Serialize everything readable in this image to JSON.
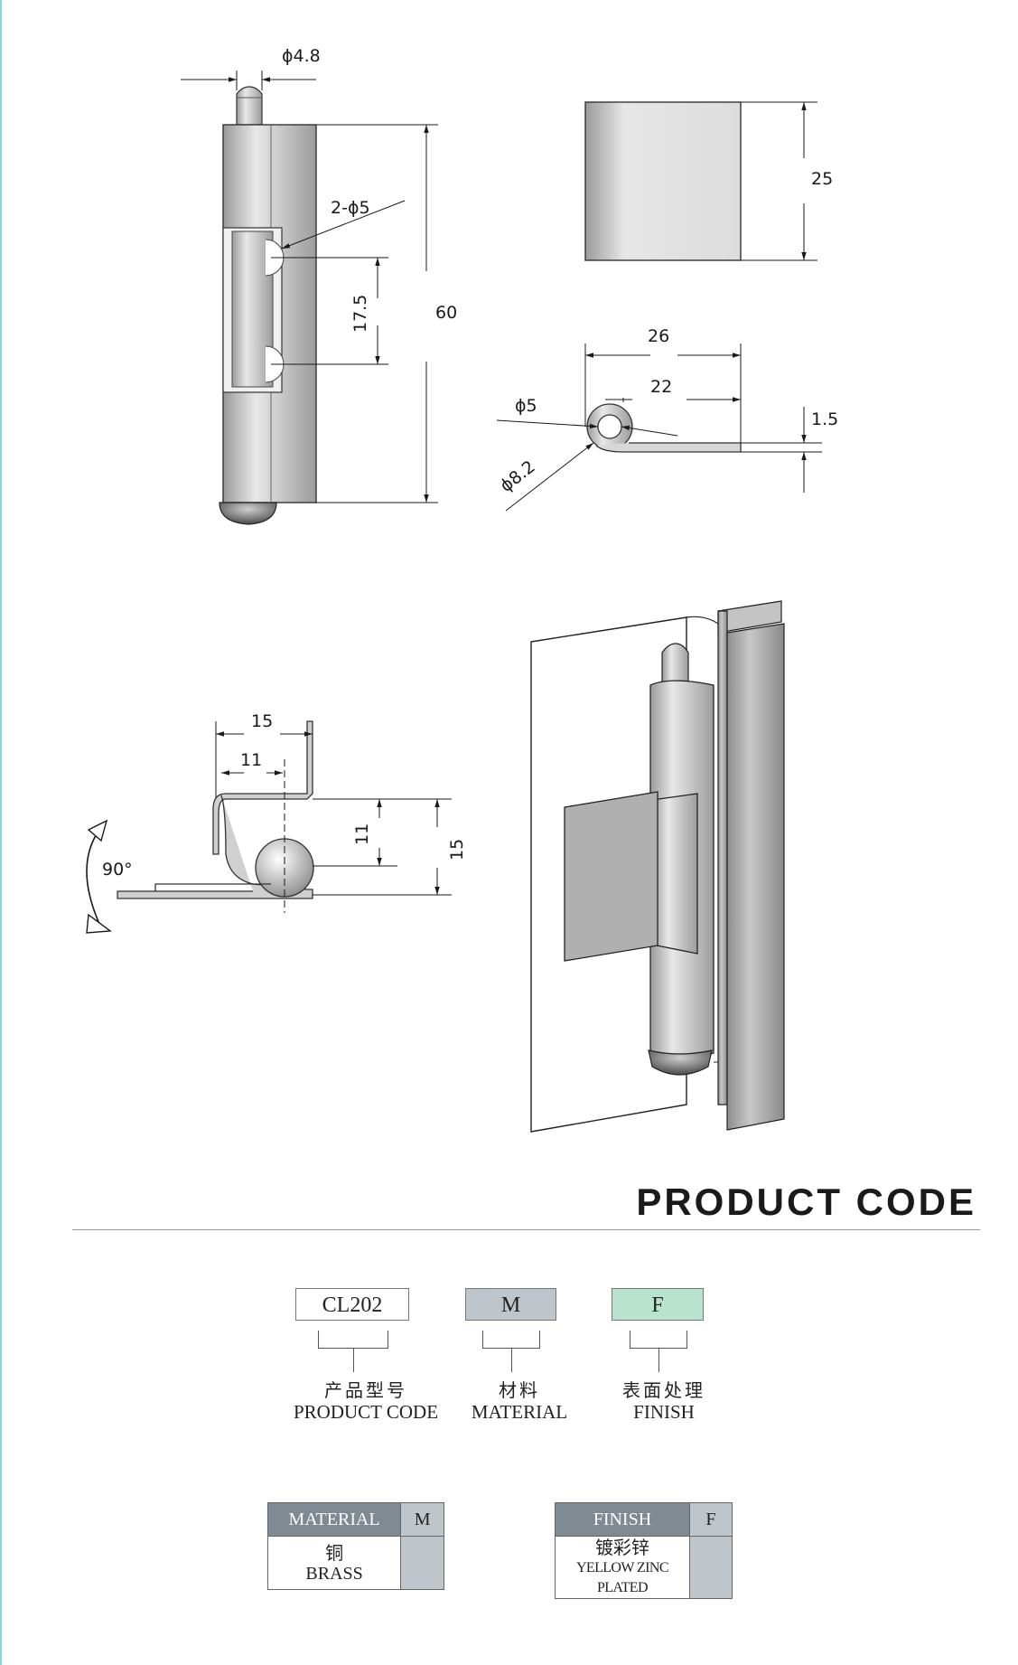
{
  "dimensions": {
    "pin_diameter": "ϕ4.8",
    "holes": "2-ϕ5",
    "hole_pitch": "17.5",
    "height": "60",
    "leaf_width": "25",
    "overall_width": "26",
    "leaf_length": "22",
    "thickness": "1.5",
    "inner_diameter": "ϕ5",
    "outer_diameter": "ϕ8.2",
    "offset_outer": "15",
    "offset_inner": "11",
    "rise_inner": "11",
    "rise_outer": "15",
    "rotation_angle": "90°"
  },
  "product_code": {
    "heading": "PRODUCT CODE",
    "code": "CL202",
    "material_key": "M",
    "finish_key": "F",
    "code_label_cn": "产品型号",
    "code_label_en": "PRODUCT CODE",
    "material_label_cn": "材料",
    "material_label_en": "MATERIAL",
    "finish_label_cn": "表面处理",
    "finish_label_en": "FINISH"
  },
  "material_table": {
    "header": "MATERIAL",
    "key": "M",
    "value_cn": "铜",
    "value_en": "BRASS"
  },
  "finish_table": {
    "header": "FINISH",
    "key": "F",
    "value_cn": "镀彩锌",
    "value_en": "YELLOW ZINC PLATED"
  },
  "colors": {
    "material_box": "#bfc6cb",
    "finish_box": "#b9e2cf",
    "table_header": "#7f8a92"
  }
}
